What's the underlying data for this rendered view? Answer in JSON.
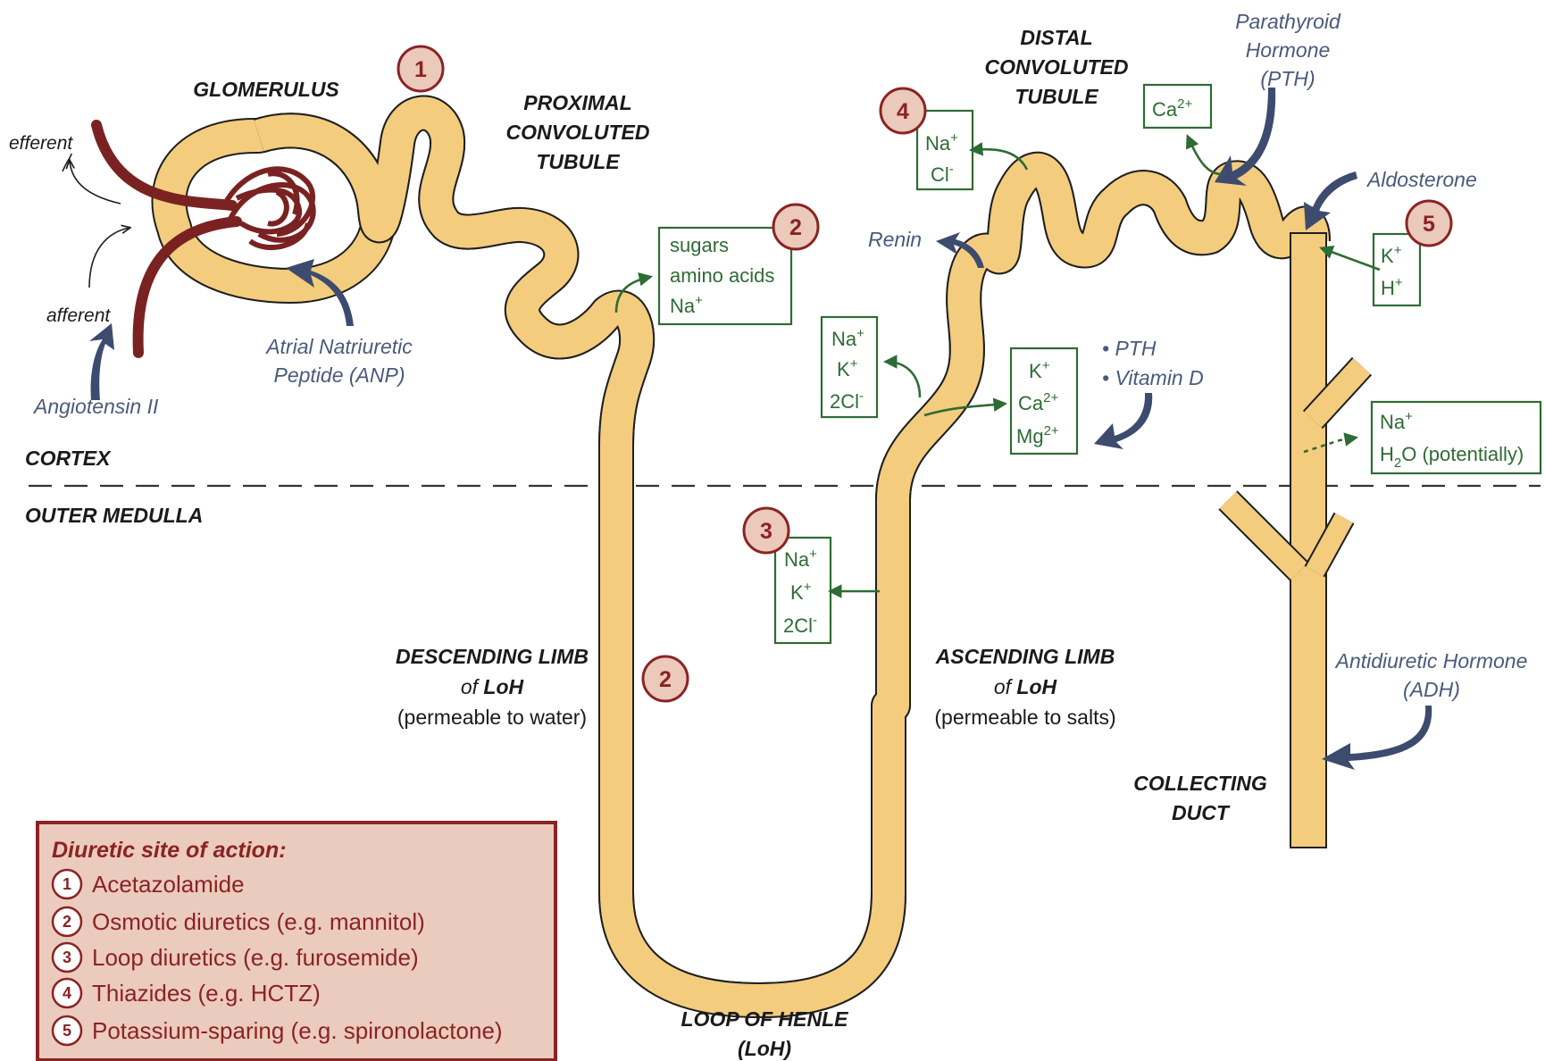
{
  "structures": {
    "glomerulus": "GLOMERULUS",
    "pct": [
      "PROXIMAL",
      "CONVOLUTED",
      "TUBULE"
    ],
    "dct": [
      "DISTAL",
      "CONVOLUTED",
      "TUBULE"
    ],
    "collecting_duct": [
      "COLLECTING",
      "DUCT"
    ],
    "loop": [
      "LOOP OF HENLE",
      "(LoH)"
    ],
    "descending": {
      "title": "DESCENDING LIMB",
      "of": "of ",
      "loh": "LoH",
      "note": "(permeable to water)"
    },
    "ascending": {
      "title": "ASCENDING LIMB",
      "of": "of ",
      "loh": "LoH",
      "note": "(permeable to salts)"
    }
  },
  "regions": {
    "cortex": "CORTEX",
    "medulla": "OUTER MEDULLA"
  },
  "vessels": {
    "efferent": "efferent",
    "afferent": "afferent"
  },
  "hormones": {
    "angiotensin": "Angiotensin II",
    "anp": [
      "Atrial Natriuretic",
      "Peptide (ANP)"
    ],
    "pth": [
      "Parathyroid",
      "Hormone",
      "(PTH)"
    ],
    "aldosterone": "Aldosterone",
    "renin": "Renin",
    "pth_vitd": [
      "• PTH",
      "• Vitamin D"
    ],
    "adh": [
      "Antidiuretic Hormone",
      "(ADH)"
    ]
  },
  "transport": {
    "pct_box": [
      "sugars",
      "amino acids",
      "Na"
    ],
    "sup_plus": "+",
    "sup_minus": "-",
    "sup_2plus": "2+",
    "sub_2": "2",
    "na": "Na",
    "k": "K",
    "cl2": "2Cl",
    "cl": "Cl",
    "ca": "Ca",
    "mg": "Mg",
    "h": "H",
    "h2o_tail": "O (potentially)"
  },
  "markers": [
    "1",
    "2",
    "3",
    "4",
    "5"
  ],
  "legend": {
    "title": "Diuretic site of action:",
    "items": [
      {
        "num": "1",
        "text": "Acetazolamide"
      },
      {
        "num": "2",
        "text": "Osmotic diuretics (e.g. mannitol)"
      },
      {
        "num": "3",
        "text": "Loop diuretics (e.g. furosemide)"
      },
      {
        "num": "4",
        "text": "Thiazides (e.g. HCTZ)"
      },
      {
        "num": "5",
        "text": "Potassium-sparing (e.g. spironolactone)"
      }
    ]
  },
  "colors": {
    "tubule": "#f3cd7d",
    "tubule_outline": "#1f1f1f",
    "vessel": "#7a2222",
    "ion_green": "#2f6b34",
    "hormone_blue": "#3d4b6e",
    "marker_fill": "#ebc9bb",
    "marker_red": "#8b2323",
    "legend_fill": "#ebcbbd"
  }
}
